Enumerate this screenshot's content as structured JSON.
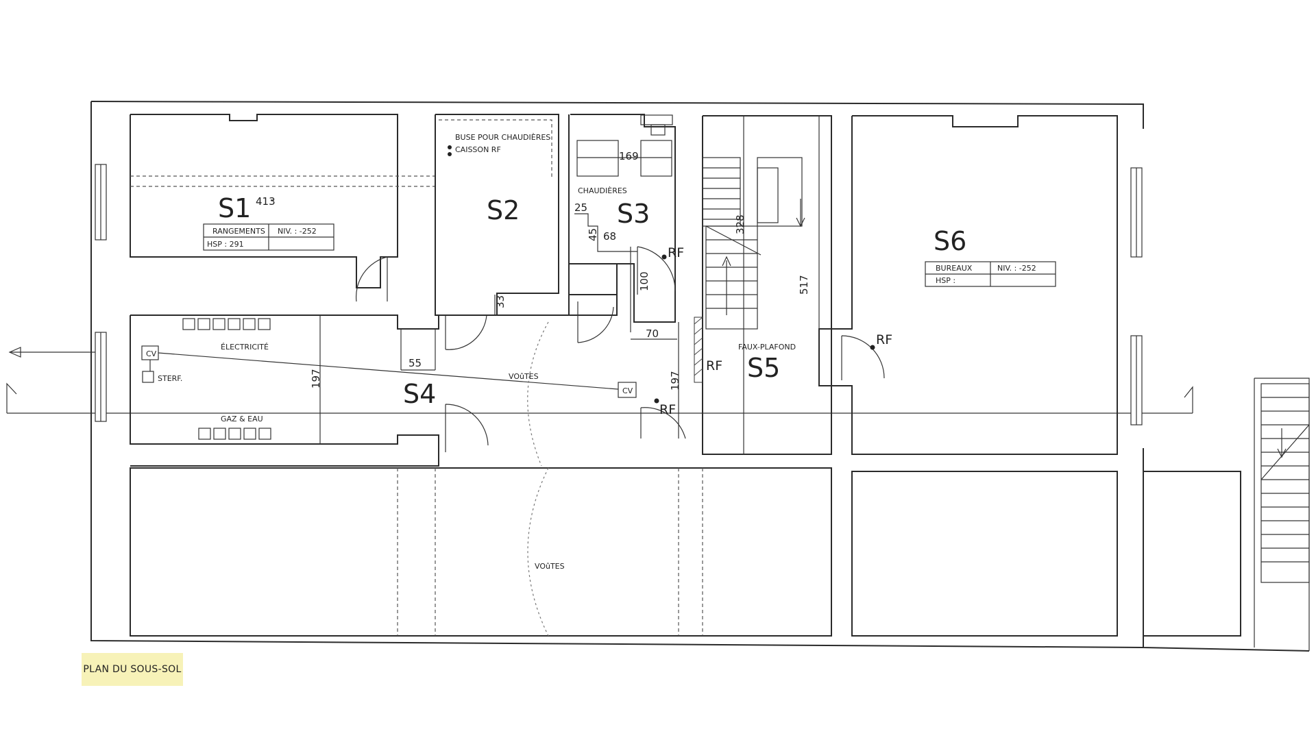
{
  "caption": "PLAN DU SOUS-SOL",
  "rooms": {
    "s1": "S1",
    "s2": "S2",
    "s3": "S3",
    "s4": "S4",
    "s5": "S5",
    "s6": "S6"
  },
  "s1_table": {
    "use": "RANGEMENTS",
    "level": "NIV. : -252",
    "hsp": "HSP : 291"
  },
  "s6_table": {
    "use": "BUREAUX",
    "level": "NIV. : -252",
    "hsp": "HSP :"
  },
  "labels": {
    "buse": "BUSE POUR CHAUDIÈRES",
    "caisson": "CAISSON RF",
    "chaudieres": "CHAUDIÈRES",
    "electricite": "ÉLECTRICITÉ",
    "gaz_eau": "GAZ & EAU",
    "sterf": "STERF.",
    "voutes_upper": "VOûTES",
    "voutes_lower": "VOûTES",
    "faux_plafond": "FAUX-PLAFOND",
    "cv_left": "CV",
    "cv_right": "CV"
  },
  "rf_marks": [
    "RF",
    "RF",
    "RF",
    "RF"
  ],
  "dimensions": {
    "d413": "413",
    "d169": "169",
    "d25": "25",
    "d45": "45",
    "d68": "68",
    "d100": "100",
    "d33": "33",
    "d70": "70",
    "d55": "55",
    "d197a": "197",
    "d197b": "197",
    "d328": "328",
    "d517": "517"
  }
}
